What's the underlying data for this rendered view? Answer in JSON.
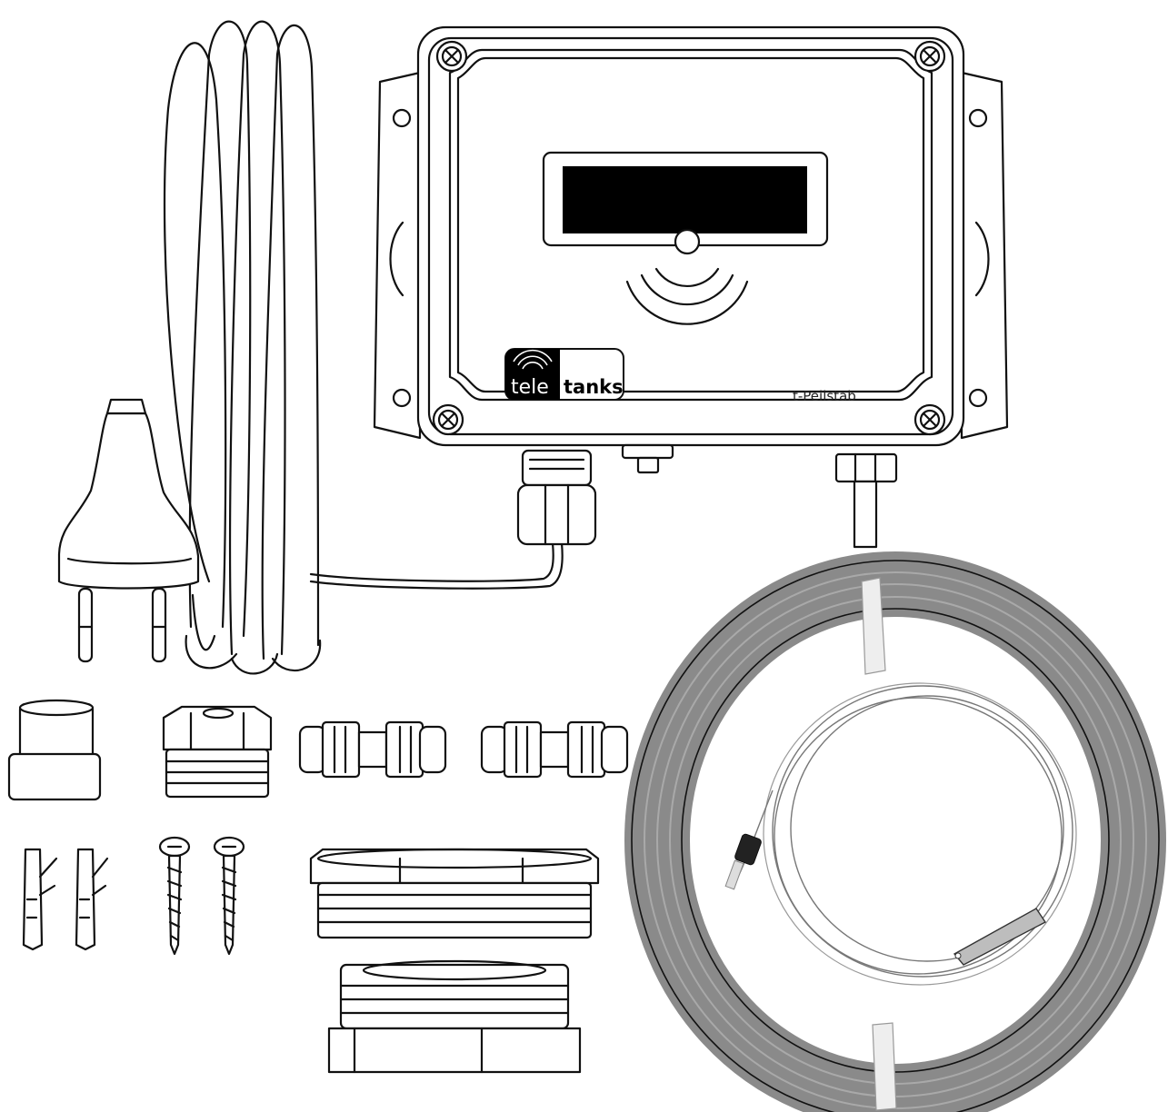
{
  "product": {
    "logo": {
      "tele": "tele",
      "tanks": "tanks"
    },
    "device_label": "t-Peilstab"
  },
  "colors": {
    "outline": "#111111",
    "display": "#000000",
    "tube": "#8a8a8a",
    "tube_highlight": "#a9a9a9",
    "tie": "#eeeeee"
  },
  "parts": [
    "power-plug-cable",
    "controller-housing",
    "pressure-tube-coil",
    "sensor-probe-tube",
    "adapter-cap",
    "hex-reducer",
    "push-fit-coupling",
    "push-fit-coupling",
    "wall-plug",
    "wall-plug",
    "screw",
    "screw",
    "tank-bushing"
  ]
}
